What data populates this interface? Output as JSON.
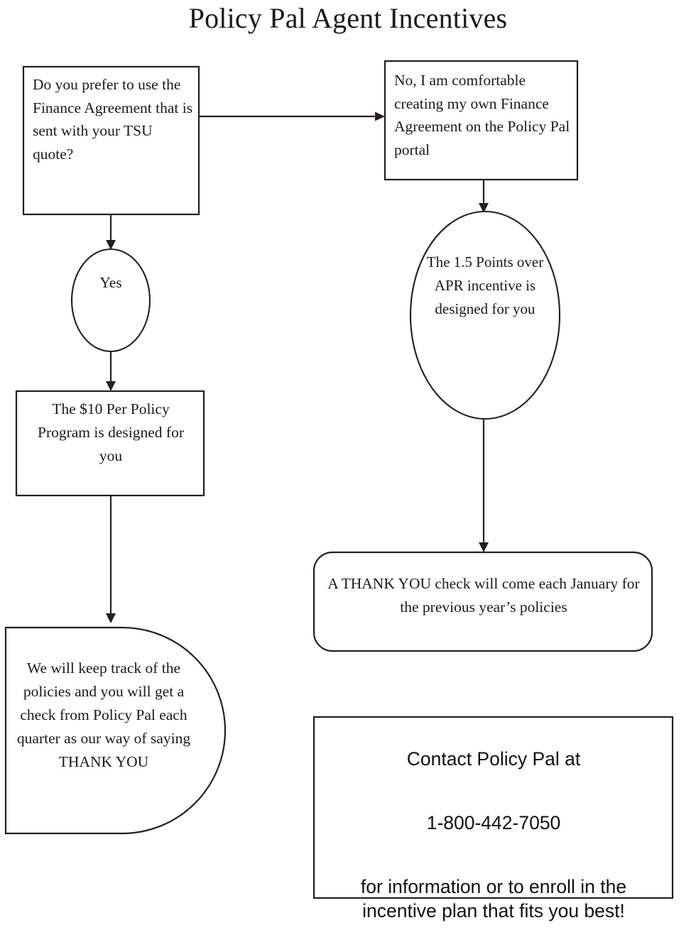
{
  "title": "Policy Pal Agent Incentives",
  "colors": {
    "stroke": "#231f20",
    "text": "#1a1a1a",
    "background": "#ffffff"
  },
  "nodes": {
    "decision_box": {
      "shape": "rectangle",
      "text": "Do you prefer to use the Finance Agreement that is sent with your TSU quote?"
    },
    "no_box": {
      "shape": "rectangle",
      "text": "No, I am comfortable creating my own Finance Agreement on the Policy Pal portal"
    },
    "yes_ellipse": {
      "shape": "ellipse",
      "text": "Yes"
    },
    "points_ellipse": {
      "shape": "ellipse",
      "text": "The 1.5 Points over APR incentive is designed for you"
    },
    "program_box": {
      "shape": "rectangle",
      "text": "The $10 Per Policy Program is designed for you"
    },
    "track_shape": {
      "shape": "d-shape",
      "text": "We will keep track of the policies and you will get a check from Policy Pal each quarter as our way of saying THANK YOU"
    },
    "thanks_box": {
      "shape": "rounded-rectangle",
      "text": "A THANK YOU check will come each January for the previous year’s policies"
    },
    "contact_box": {
      "shape": "rectangle",
      "line1": "Contact Policy Pal at",
      "line2": "1-800-442-7050",
      "line3": "for information or to enroll in the incentive plan that fits you best!"
    }
  },
  "edges": [
    {
      "from": "decision_box",
      "to": "no_box",
      "direction": "right",
      "label": ""
    },
    {
      "from": "decision_box",
      "to": "yes_ellipse",
      "direction": "down",
      "label": ""
    },
    {
      "from": "yes_ellipse",
      "to": "program_box",
      "direction": "down",
      "label": ""
    },
    {
      "from": "program_box",
      "to": "track_shape",
      "direction": "down",
      "label": ""
    },
    {
      "from": "no_box",
      "to": "points_ellipse",
      "direction": "down",
      "label": ""
    },
    {
      "from": "points_ellipse",
      "to": "thanks_box",
      "direction": "down",
      "label": ""
    }
  ]
}
